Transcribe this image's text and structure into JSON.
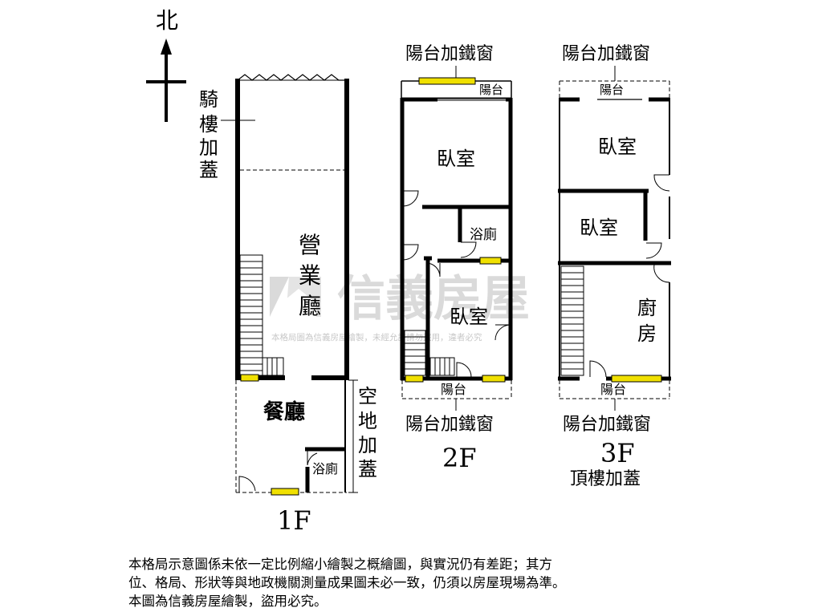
{
  "compass": {
    "north": "北"
  },
  "floor1": {
    "caption": "1F",
    "arcade_extension": [
      "騎",
      "樓",
      "加",
      "蓋"
    ],
    "business_hall": [
      "營",
      "業",
      "廳"
    ],
    "dining_room": "餐廳",
    "vacant_land_extension": [
      "空",
      "地",
      "加",
      "蓋"
    ],
    "bathroom": "浴廁"
  },
  "floor2": {
    "caption": "2F",
    "balcony_window_top": "陽台加鐵窗",
    "balcony_top": "陽台",
    "bedroom_1": "臥室",
    "bathroom": "浴廁",
    "bedroom_2": "臥室",
    "balcony_bottom": "陽台",
    "balcony_window_bottom": "陽台加鐵窗"
  },
  "floor3": {
    "caption": "3F",
    "subcaption": "頂樓加蓋",
    "balcony_window_top": "陽台加鐵窗",
    "balcony_top": "陽台",
    "bedroom_1": "臥室",
    "bedroom_2": "臥室",
    "kitchen": "廚房",
    "balcony_bottom": "陽台",
    "balcony_window_bottom": "陽台加鐵窗"
  },
  "watermark": {
    "brand": "信義房屋",
    "notice": "本格局圖為信義房屋繪製，未經允許請勿盜用，違者必究"
  },
  "disclaimer": [
    "本格局示意圖係未依一定比例縮小繪製之概繪圖，與實況仍有差距；其方",
    "位、格局、形狀等與地政機關測量成果圖未必一致，仍須以房屋現場為準。",
    "本圖為信義房屋繪製，盜用必究。"
  ],
  "colors": {
    "wall": "#000000",
    "window_fill": "#f0e000",
    "watermark": "#c8c8c8"
  }
}
